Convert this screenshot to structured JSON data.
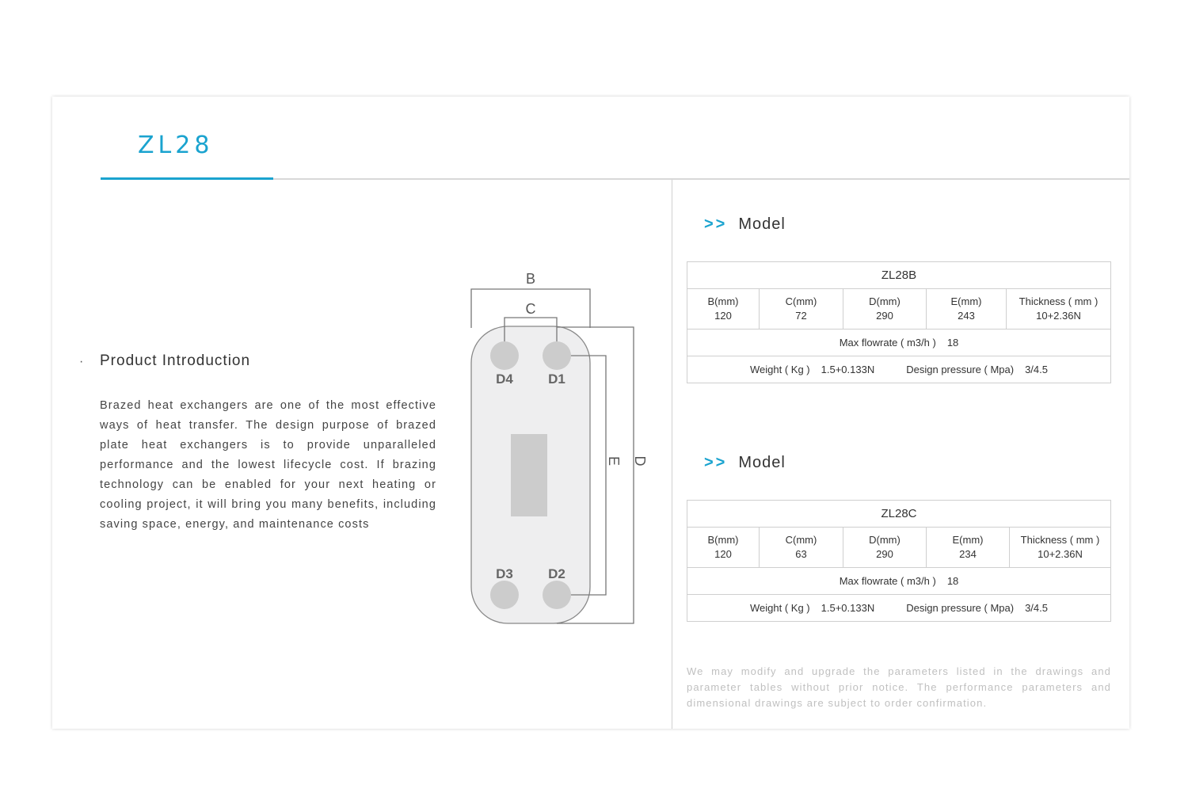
{
  "product": {
    "title": "ZL28"
  },
  "intro": {
    "bullet": "·",
    "heading": "Product Introduction",
    "body": "Brazed heat exchangers are one of the most effective ways of heat transfer. The design purpose of brazed plate heat exchangers is to provide unparalleled performance and the lowest lifecycle cost. If brazing technology can be enabled for your next heating or cooling project, it will bring you many benefits, including saving space, energy, and maintenance costs"
  },
  "diagram": {
    "label_b": "B",
    "label_c": "C",
    "label_d": "D",
    "label_e": "E",
    "port_d1": "D1",
    "port_d2": "D2",
    "port_d3": "D3",
    "port_d4": "D4"
  },
  "models": [
    {
      "section_arrows": ">>",
      "section_label": "Model",
      "name": "ZL28B",
      "headers": [
        "B(mm)",
        "C(mm)",
        "D(mm)",
        "E(mm)",
        "Thickness ( mm )"
      ],
      "values": [
        "120",
        "72",
        "290",
        "243",
        "10+2.36N"
      ],
      "max_flowrate_label": "Max flowrate ( m3/h )",
      "max_flowrate_value": "18",
      "weight_label": "Weight ( Kg )",
      "weight_value": "1.5+0.133N",
      "pressure_label": "Design pressure ( Mpa)",
      "pressure_value": "3/4.5"
    },
    {
      "section_arrows": ">>",
      "section_label": "Model",
      "name": "ZL28C",
      "headers": [
        "B(mm)",
        "C(mm)",
        "D(mm)",
        "E(mm)",
        "Thickness ( mm )"
      ],
      "values": [
        "120",
        "63",
        "290",
        "234",
        "10+2.36N"
      ],
      "max_flowrate_label": "Max flowrate ( m3/h )",
      "max_flowrate_value": "18",
      "weight_label": "Weight ( Kg )",
      "weight_value": "1.5+0.133N",
      "pressure_label": "Design pressure ( Mpa)",
      "pressure_value": "3/4.5"
    }
  ],
  "notice": "We may modify and upgrade the parameters listed in the drawings and parameter tables without prior notice. The performance parameters and dimensional drawings are subject to order confirmation.",
  "colors": {
    "accent": "#1aa3cf",
    "plate": "#eeeeef",
    "port": "#cccccc",
    "line": "#777777",
    "notice": "#c0c0c0"
  }
}
